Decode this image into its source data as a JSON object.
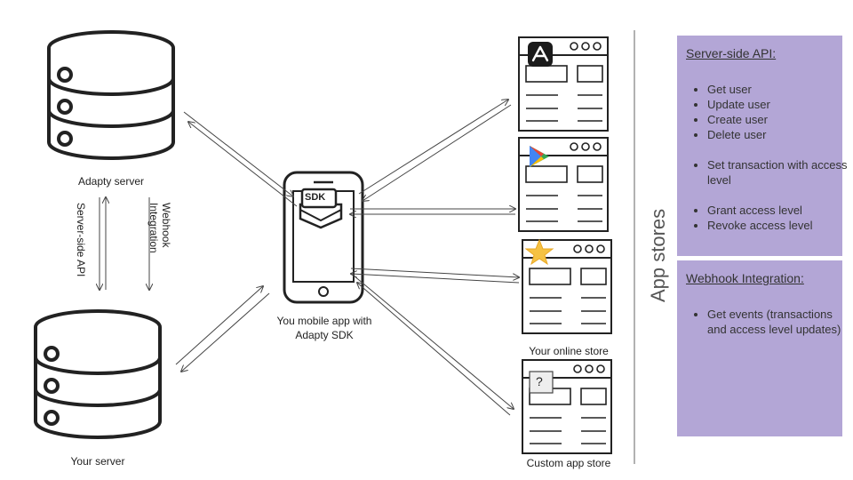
{
  "labels": {
    "adapty_server": "Adapty server",
    "your_server": "Your server",
    "server_side_api": "Server-side API",
    "webhook_integration": "Webhook Integration",
    "mobile_app_line1": "You mobile app with",
    "mobile_app_line2": "Adapty SDK",
    "sdk": "SDK",
    "your_online_store": "Your online store",
    "custom_app_store": "Custom app store",
    "app_stores": "App stores",
    "unknown_store_mark": "?"
  },
  "server_api_panel": {
    "title": "Server-side API:",
    "items": [
      "Get user",
      "Update user",
      "Create user",
      "Delete user",
      "Set transaction with access level",
      "Grant access level",
      "Revoke access level"
    ]
  },
  "webhook_panel": {
    "title": "Webhook Integration:",
    "items": [
      "Get events (transactions and access level updates)"
    ]
  },
  "colors": {
    "panel": "#b3a6d6",
    "stroke": "#222222",
    "star": "#f5c243"
  },
  "icons": [
    "database-icon",
    "phone-icon",
    "sdk-envelope-icon",
    "app-store-icon",
    "google-play-icon",
    "star-icon",
    "question-mark-icon",
    "browser-window-icon"
  ]
}
